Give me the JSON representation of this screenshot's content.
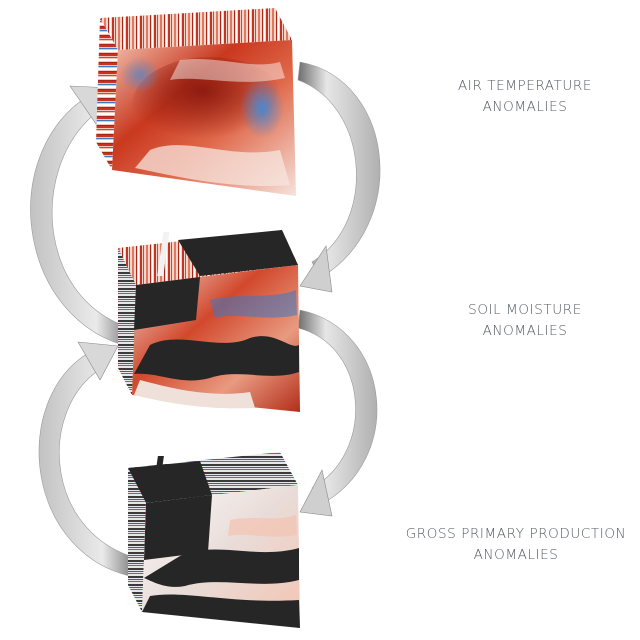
{
  "labels": {
    "air_temperature": {
      "line1": "AIR TEMPERATURE",
      "line2": "ANOMALIES"
    },
    "soil_moisture": {
      "line1": "SOIL MOISTURE",
      "line2": "ANOMALIES"
    },
    "gross_primary_production": {
      "line1": "GROSS PRIMARY PRODUCTION",
      "line2": "ANOMALIES"
    }
  },
  "colors": {
    "warm": "#c8321e",
    "warm_light": "#f0a38c",
    "neutral": "#f4f1ef",
    "cool": "#3a78c4",
    "mask": "#262626",
    "arrow_light": "#e6e6e6",
    "arrow_shadow": "#8f8f8f",
    "label_text": "#555a60"
  }
}
